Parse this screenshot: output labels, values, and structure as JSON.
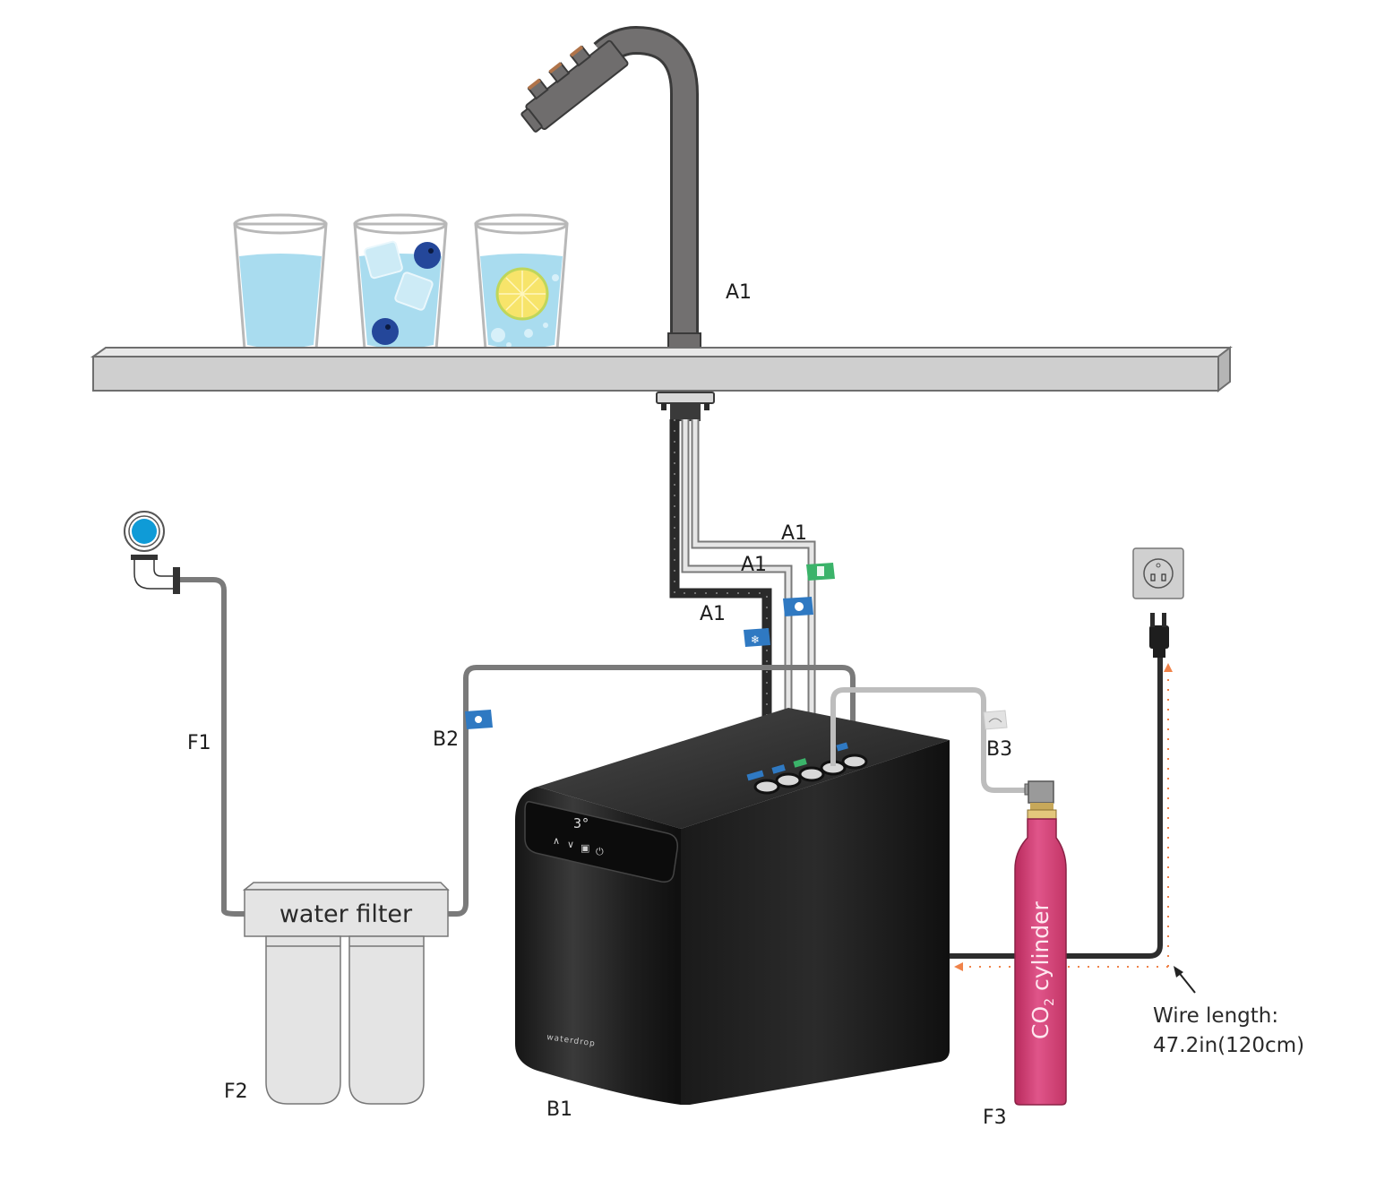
{
  "title": "Under-sink sparkling water system installation diagram",
  "labels": {
    "faucet": "A1",
    "hose_1": "A1",
    "hose_2": "A1",
    "hose_3": "A1",
    "inlet_hose": "F1",
    "filter": "F2",
    "filter_text": "water filter",
    "unit": "B1",
    "filtered_hose": "B2",
    "co2_hose": "B3",
    "cylinder": "F3",
    "cylinder_text": "CO",
    "cylinder_sub": "2",
    "cylinder_text2": " cylinder"
  },
  "wire_note": {
    "line1": "Wire length:",
    "line2": "47.2in(120cm)"
  },
  "unit_display": {
    "temperature": "3°",
    "brand": "waterdrop"
  },
  "drinks": [
    "still water",
    "chilled water with ice",
    "sparkling water with lemon"
  ],
  "icons": {
    "hose_tags": [
      "cold-water-tag-icon",
      "sparkling-tag-icon",
      "ambient-tag-icon",
      "filtered-inlet-tag-icon",
      "co2-tag-icon"
    ]
  },
  "colors": {
    "water": "#a9dcef",
    "cylinder": "#d33f72",
    "tag_blue": "#2f79c2",
    "tag_green": "#3bb36a",
    "wire_dash": "#f0834a",
    "unit": "#1b1b1b",
    "counter": "#cfcfcf"
  }
}
